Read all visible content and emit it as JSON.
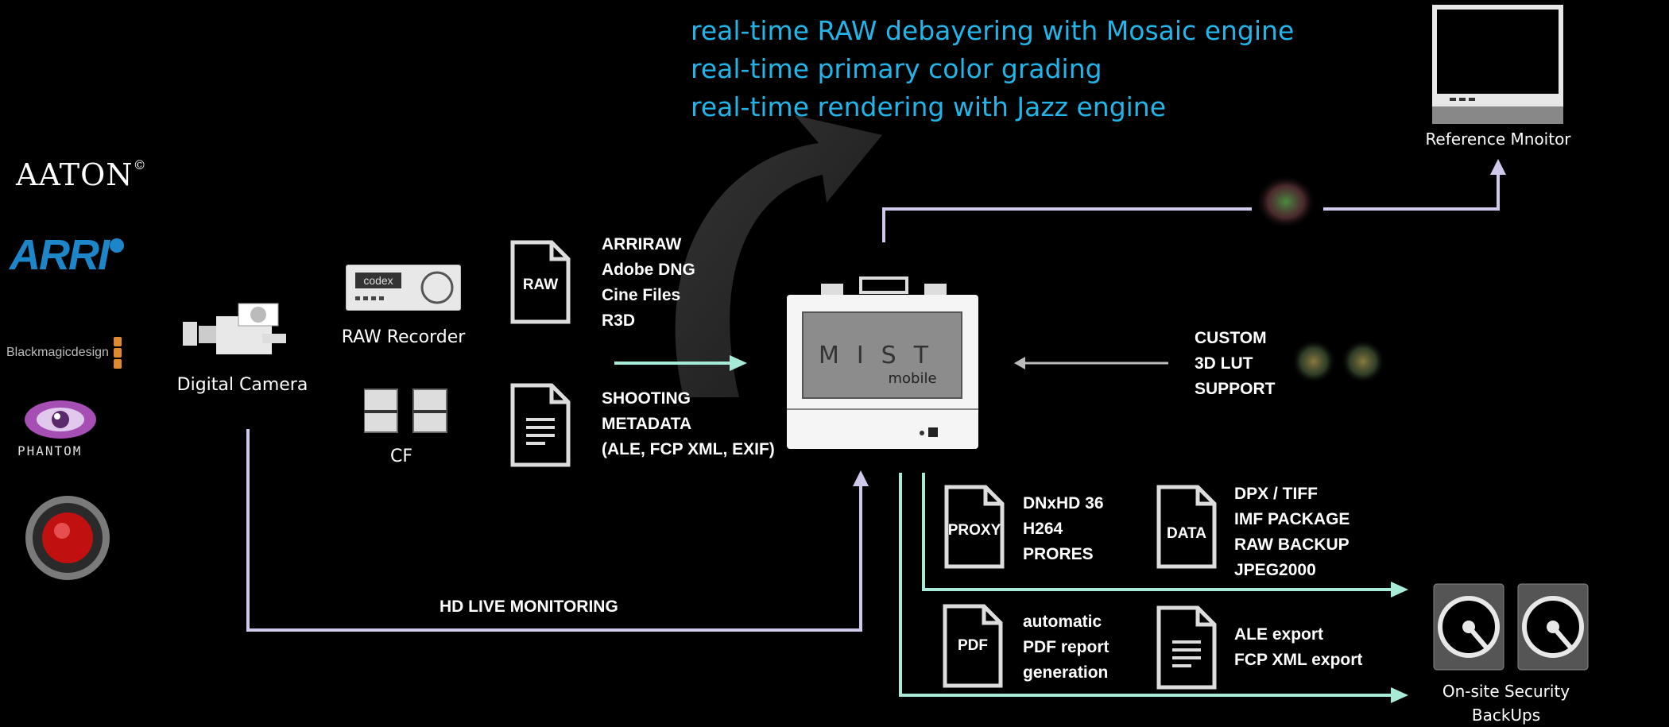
{
  "features": [
    "real-time RAW debayering with Mosaic engine",
    "real-time primary color grading",
    "real-time rendering with Jazz engine"
  ],
  "brands": {
    "aaton": "AATON",
    "arri": "ARRI",
    "blackmagic": "Blackmagicdesign",
    "phantom": "PHANTOM"
  },
  "nodes": {
    "camera": "Digital Camera",
    "recorder": "RAW Recorder",
    "recorder_brand": "codex",
    "cf": "CF",
    "monitor": "Reference Mnoitor",
    "backups": "On-site Security BackUps",
    "mist_title": "MIST",
    "mist_sub": "mobile"
  },
  "icons": {
    "raw": "RAW",
    "proxy": "PROXY",
    "data": "DATA",
    "pdf": "PDF"
  },
  "formats": {
    "raw": [
      "ARRIRAW",
      "Adobe DNG",
      "Cine Files",
      "R3D"
    ],
    "metadata": [
      "SHOOTING",
      "METADATA",
      "(ALE, FCP XML, EXIF)"
    ],
    "lut": [
      "CUSTOM",
      "3D LUT",
      "SUPPORT"
    ],
    "proxy": [
      "DNxHD 36",
      "H264",
      "PRORES"
    ],
    "data": [
      "DPX / TIFF",
      "IMF PACKAGE",
      "RAW BACKUP",
      "JPEG2000"
    ],
    "pdf": [
      "automatic",
      "PDF report",
      "generation"
    ],
    "export": [
      "ALE export",
      "FCP XML export"
    ]
  },
  "live_monitoring": "HD LIVE MONITORING",
  "colors": {
    "feature_text": "#21b5e8",
    "arrow_green": "#a8ead8",
    "arrow_lilac": "#cfc8ea",
    "arri_blue": "#1c86c9"
  }
}
